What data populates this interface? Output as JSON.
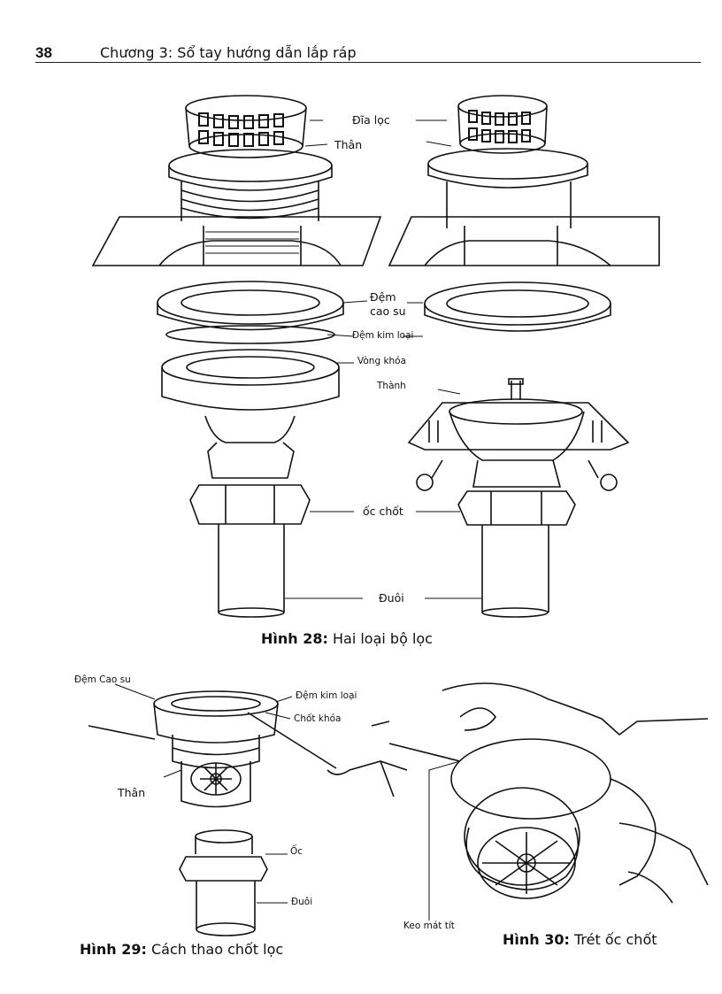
{
  "header": {
    "page_number": "38",
    "chapter_title": "Chương 3: Sổ tay hướng dẫn lắp ráp"
  },
  "figure28": {
    "labels": {
      "dia_loc": "Đĩa lọc",
      "than": "Thân",
      "dem_cao_su_1": "Đệm",
      "dem_cao_su_2": "cao su",
      "dem_kim_loai": "Đệm kim loại",
      "vong_khoa": "Vòng khóa",
      "thanh": "Thành",
      "oc_chot": "ốc chốt",
      "duoi": "Đuôi"
    },
    "caption_label": "Hình 28:",
    "caption_text": " Hai loại bộ lọc"
  },
  "figure29": {
    "labels": {
      "dem_cao_su": "Đệm Cao su",
      "dem_kim_loai": "Đệm kim loại",
      "chot_khoa": "Chốt khóa",
      "than": "Thân",
      "oc": "Ốc",
      "duoi": "Đuôi"
    },
    "caption_label": "Hình 29:",
    "caption_text": " Cách thao chốt lọc"
  },
  "figure30": {
    "labels": {
      "keo_mat_tit": "Keo mát tít"
    },
    "caption_label": "Hình 30:",
    "caption_text": " Trét ốc chốt"
  }
}
